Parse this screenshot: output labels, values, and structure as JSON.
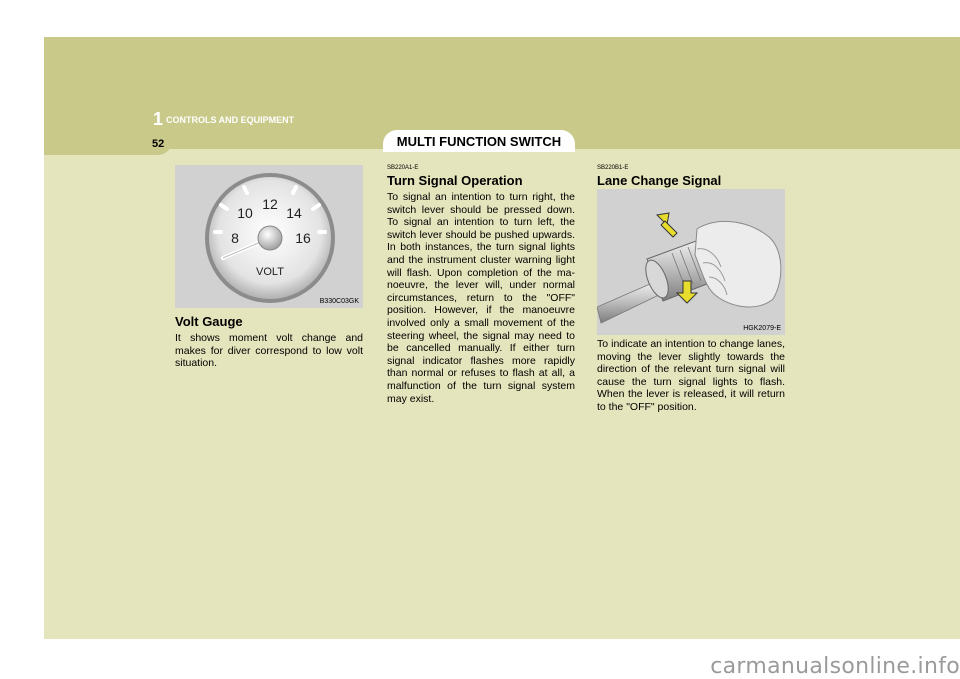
{
  "header": {
    "chapter_number": "1",
    "chapter_title": "CONTROLS AND EQUIPMENT",
    "page_number": "52",
    "section_title": "MULTI FUNCTION SWITCH"
  },
  "volt_gauge": {
    "image_code": "B330C03GK",
    "dial_numbers": [
      "8",
      "10",
      "12",
      "14",
      "16"
    ],
    "dial_label": "VOLT",
    "heading": "Volt Gauge",
    "text": "It shows moment volt change and makes for diver correspond to low volt situation."
  },
  "turn_signal": {
    "code": "SB220A1-E",
    "heading": "Turn Signal Operation",
    "text": "To signal an intention to turn right, the switch lever should be pressed down. To signal an intention to turn left, the switch lever should be pushed upwards. In both instances, the turn signal lights and the instrument cluster warning light will flash. Upon completion of the ma-noeuvre, the lever will, under normal circumstances, return to the \"OFF\" position. However, if the manoeuvre involved only a small movement of the steering wheel, the signal may need to be cancelled manually. If either turn signal indicator flashes more rapidly than normal or refuses to flash at all, a malfunction of the turn signal system may exist."
  },
  "lane_change": {
    "code": "SB220B1-E",
    "heading": "Lane Change Signal",
    "image_code": "HGK2079-E",
    "text": "To indicate an intention to change lanes, moving the lever slightly towards the direction of the relevant turn signal will cause the turn signal lights to flash. When the lever is released, it will return to the \"OFF\" position."
  },
  "footer": {
    "watermark": "carmanualsonline.info"
  },
  "colors": {
    "olive_header": "#c9c98a",
    "olive_panel": "#e4e4bd",
    "image_bg": "#d1d1d1",
    "arrow_yellow": "#e8dc2c"
  }
}
